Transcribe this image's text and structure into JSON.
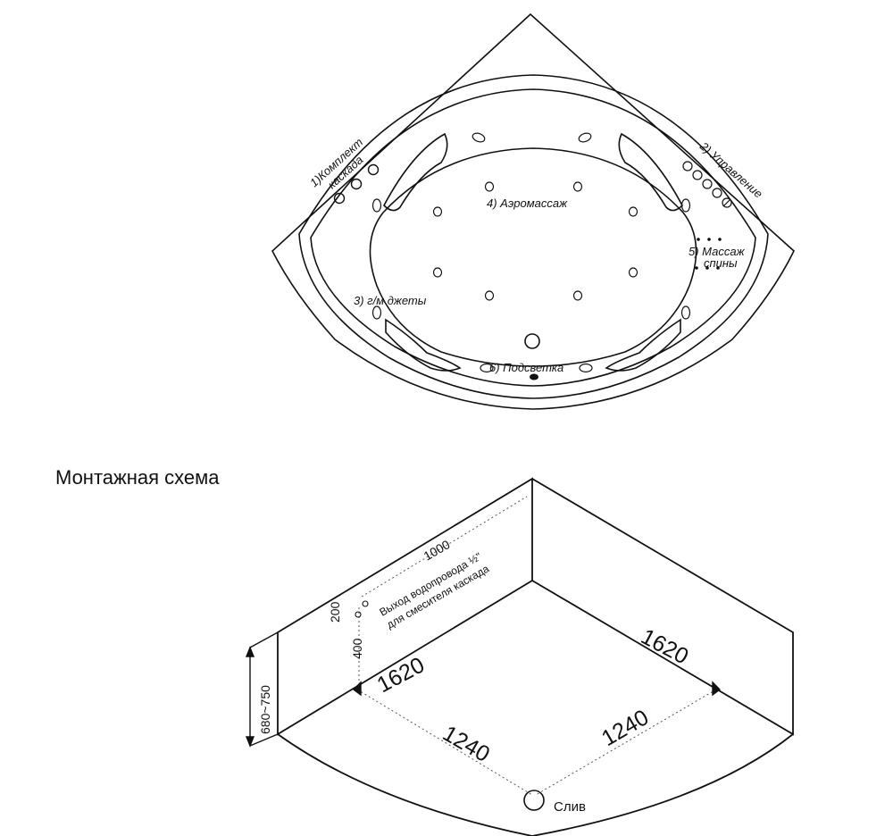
{
  "top_view": {
    "labels": {
      "cascade": [
        "1)Комплект",
        "каскада"
      ],
      "control": "2) Управление",
      "aeromassage": "4) Аэромассаж",
      "back_massage": [
        "5) Массаж",
        "спины"
      ],
      "hydro_jets": "3) г/м джеты",
      "lighting": "6) Подсветка"
    }
  },
  "mounting": {
    "title": "Монтажная схема",
    "dims": {
      "top_edge": "1000",
      "left_wall": "1620",
      "right_wall": "1620",
      "floor_left": "1240",
      "floor_right": "1240",
      "height": "680~750",
      "pipe_200": "200",
      "pipe_400": "400"
    },
    "note": [
      "Выход водопровода ½\"",
      "для смесителя каскада"
    ],
    "drain": "Слив"
  }
}
